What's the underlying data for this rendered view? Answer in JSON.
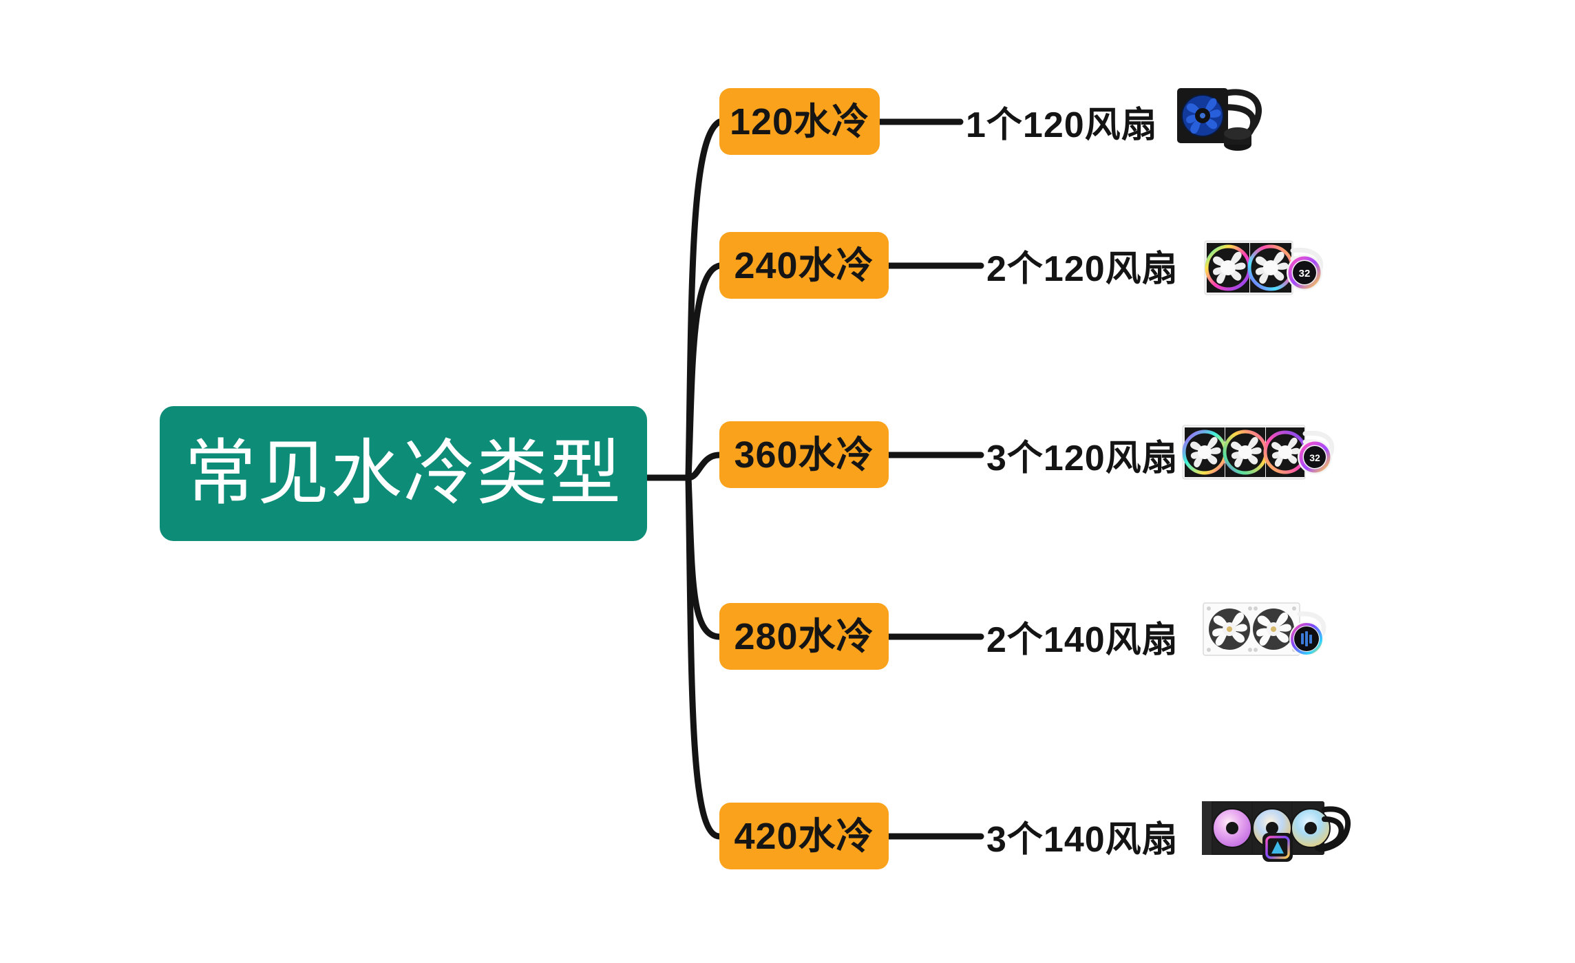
{
  "diagram": {
    "type": "mindmap",
    "title": "常见水冷类型",
    "background_color": "#ffffff",
    "root": {
      "label": "常见水冷类型",
      "fill_color": "#0d8c78",
      "text_color": "#ffffff"
    },
    "branch_style": {
      "fill_color": "#faa21b",
      "text_color": "#151515"
    },
    "connector_color": "#141414",
    "branches": [
      {
        "id": "120",
        "label": "120水冷",
        "leaf": "1个120风扇",
        "fan_count": 1,
        "fan_size_mm": 120,
        "image_name": "aio-cooler-120-black-blue-led",
        "image_alt": "120mm 一体式水冷散热器，黑色风扇蓝色灯光"
      },
      {
        "id": "240",
        "label": "240水冷",
        "leaf": "2个120风扇",
        "fan_count": 2,
        "fan_size_mm": 120,
        "image_name": "aio-cooler-240-white-rgb-lcd",
        "image_alt": "240mm 一体式水冷散热器，白色 RGB 风扇，水泵屏显示 32",
        "pump_display": "32"
      },
      {
        "id": "360",
        "label": "360水冷",
        "leaf": "3个120风扇",
        "fan_count": 3,
        "fan_size_mm": 120,
        "image_name": "aio-cooler-360-white-rgb-lcd",
        "image_alt": "360mm 一体式水冷散热器，白色 RGB 风扇，水泵屏显示 32",
        "pump_display": "32"
      },
      {
        "id": "280",
        "label": "280水冷",
        "leaf": "2个140风扇",
        "fan_count": 2,
        "fan_size_mm": 140,
        "image_name": "aio-cooler-280-white-plain",
        "image_alt": "280mm 一体式水冷散热器，白色风扇，深色圆形水泵头"
      },
      {
        "id": "420",
        "label": "420水冷",
        "leaf": "3个140风扇",
        "fan_count": 3,
        "fan_size_mm": 140,
        "image_name": "aio-cooler-420-black-rgb",
        "image_alt": "420mm 一体式水冷散热器，黑色 RGB 风扇，方形水泵头"
      }
    ]
  }
}
